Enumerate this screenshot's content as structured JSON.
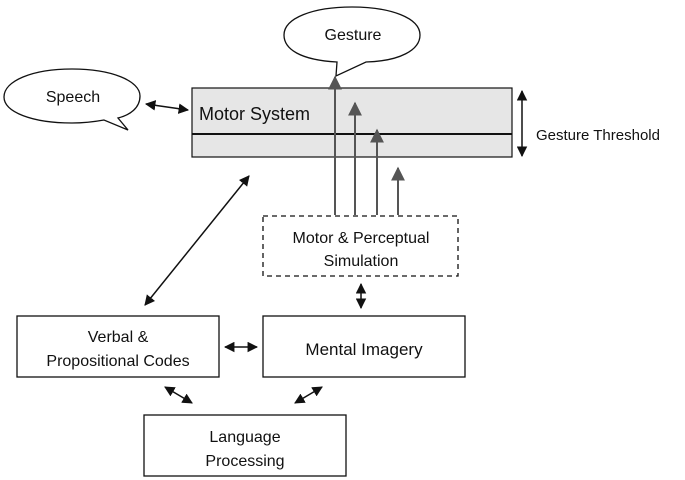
{
  "nodes": {
    "gesture": "Gesture",
    "speech": "Speech",
    "motor_system": "Motor System",
    "gesture_threshold": "Gesture Threshold",
    "simulation": [
      "Motor & Perceptual",
      "Simulation"
    ],
    "verbal": [
      "Verbal &",
      "Propositional Codes"
    ],
    "mental_imagery": "Mental Imagery",
    "language": [
      "Language",
      "Processing"
    ]
  },
  "colors": {
    "motor_fill": "#e6e6e6",
    "stroke": "#111111",
    "activation_arrow": "#555555"
  }
}
